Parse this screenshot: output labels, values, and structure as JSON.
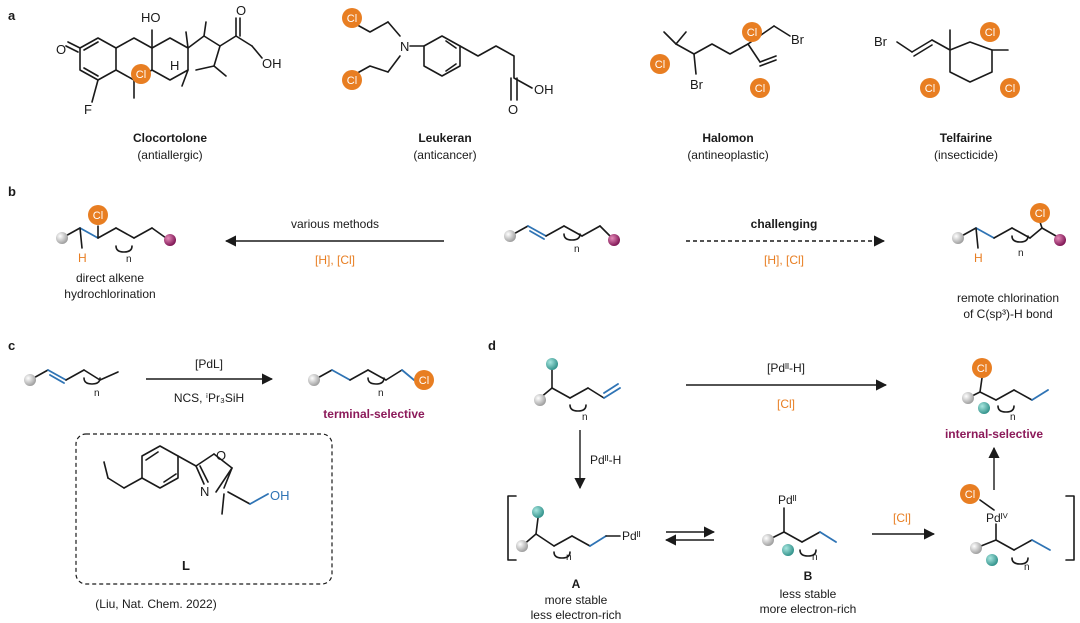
{
  "panels": {
    "a": "a",
    "b": "b",
    "c": "c",
    "d": "d"
  },
  "atoms": {
    "cl": "Cl",
    "br": "Br",
    "f": "F",
    "n": "N",
    "o": "O",
    "h": "H",
    "oh": "OH",
    "ho": "HO",
    "sub_n": "n",
    "ligand_L": "L"
  },
  "compounds": [
    {
      "name": "Clocortolone",
      "use": "(antiallergic)"
    },
    {
      "name": "Leukeran",
      "use": "(anticancer)"
    },
    {
      "name": "Halomon",
      "use": "(antineoplastic)"
    },
    {
      "name": "Telfairine",
      "use": "(insecticide)"
    }
  ],
  "panel_b": {
    "left_arrow_label": "various methods",
    "left_arrow_reagent": "[H], [Cl]",
    "left_caption_1": "direct alkene",
    "left_caption_2": "hydrochlorination",
    "right_arrow_label": "challenging",
    "right_arrow_reagent": "[H], [Cl]",
    "right_caption_1": "remote chlorination",
    "right_caption_2": "of C(sp³)-H bond"
  },
  "panel_c": {
    "catalyst": "[PdL]",
    "reagents": "NCS, ⁱPr₃SiH",
    "selectivity": "terminal-selective",
    "citation": "(Liu, Nat. Chem. 2022)"
  },
  "panel_d": {
    "top_arrow_label": "[Pdᴵᴵ-H]",
    "top_arrow_reagent": "[Cl]",
    "down_arrow_label": "Pdᴵᴵ-H",
    "selectivity": "internal-selective",
    "pd2": "Pdᴵᴵ",
    "pd4": "Pdᴵⱽ",
    "cl_reagent": "[Cl]",
    "A_label": "A",
    "A_desc_1": "more stable",
    "A_desc_2": "less electron-rich",
    "B_label": "B",
    "B_desc_1": "less stable",
    "B_desc_2": "more electron-rich"
  },
  "colors": {
    "chlorine": "#e87e22",
    "grey_substituent": "#b0b0b0",
    "purple_substituent": "#8c1a5a",
    "teal_substituent": "#3aa8a0",
    "highlight_bond": "#2f74b5",
    "selectivity_text": "#8c1a5a"
  }
}
